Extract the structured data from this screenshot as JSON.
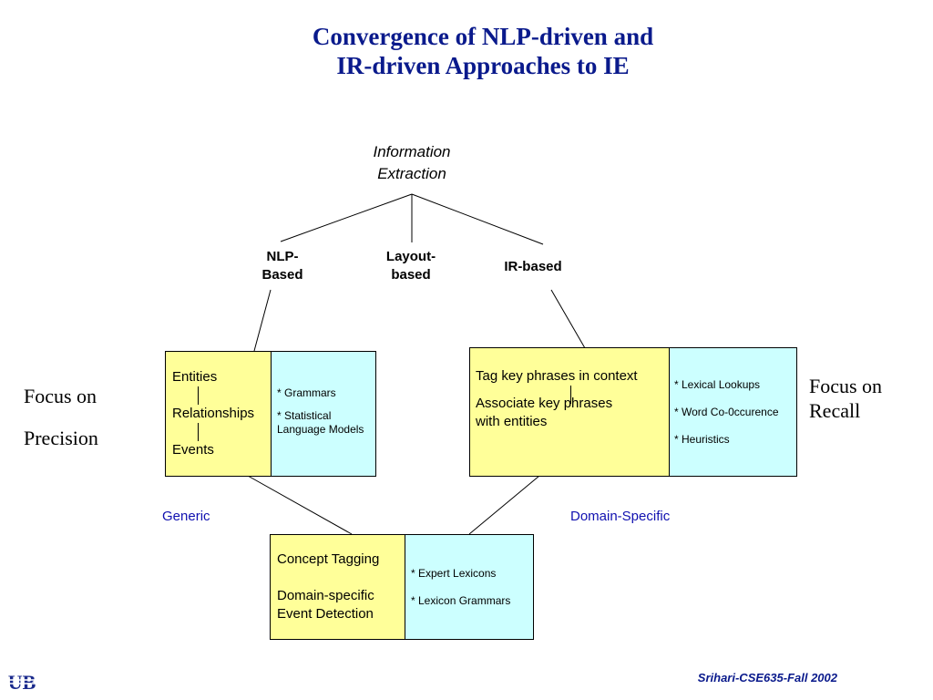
{
  "title": {
    "line1": "Convergence of NLP-driven and",
    "line2": "IR-driven Approaches to IE"
  },
  "root": {
    "line1": "Information",
    "line2": "Extraction"
  },
  "branches": {
    "nlp": {
      "line1": "NLP-",
      "line2": "Based"
    },
    "layout": {
      "line1": "Layout-",
      "line2": "based"
    },
    "ir": {
      "line1": "IR-based"
    }
  },
  "left_box": {
    "items": [
      "Entities",
      "Relationships",
      "Events"
    ],
    "methods": [
      "* Grammars",
      "* Statistical Language Models"
    ]
  },
  "right_box": {
    "items": [
      "Tag key phrases in context",
      "Associate key phrases with entities"
    ],
    "methods": [
      "* Lexical Lookups",
      "* Word Co-0ccurence",
      "* Heuristics"
    ]
  },
  "bottom_box": {
    "items": [
      "Concept Tagging",
      "Domain-specific Event Detection"
    ],
    "methods": [
      "* Expert Lexicons",
      "* Lexicon Grammars"
    ]
  },
  "labels": {
    "focus_precision": {
      "line1": "Focus on",
      "line2": "Precision"
    },
    "focus_recall": {
      "line1": "Focus on",
      "line2": "Recall"
    },
    "generic": "Generic",
    "domain_specific": "Domain-Specific"
  },
  "footer": "Srihari-CSE635-Fall 2002",
  "logo": {
    "text": "UB",
    "icon": "ub-logo-icon"
  },
  "colors": {
    "title": "#0a1a8c",
    "box_yellow": "#ffff99",
    "box_cyan": "#ccffff",
    "label_blue": "#1010b0"
  }
}
